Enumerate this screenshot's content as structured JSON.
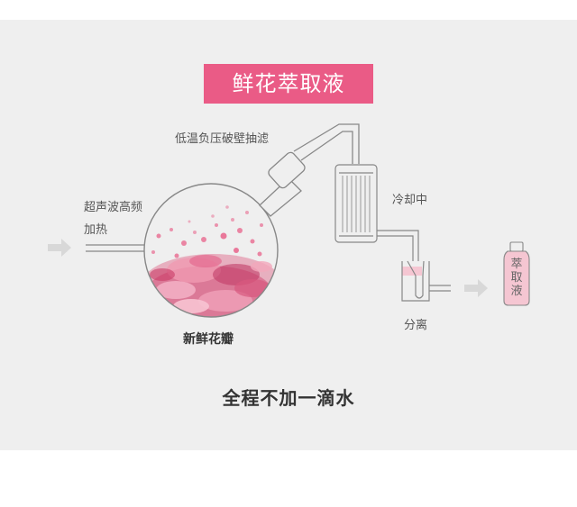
{
  "title": "鲜花萃取液",
  "labels": {
    "suction": "低温负压破壁抽滤",
    "ultrasonic_line1": "超声波高频",
    "ultrasonic_line2": "加热",
    "fresh_petals": "新鲜花瓣",
    "cooling": "冷却中",
    "separation": "分离",
    "bottle_line1": "萃",
    "bottle_line2": "取",
    "bottle_line3": "液"
  },
  "footer": "全程不加一滴水",
  "colors": {
    "accent": "#ea5b86",
    "panel": "#efefef",
    "line": "#888888",
    "arrow": "#d8d8d8",
    "liquid": "#f5c6d2"
  },
  "icons": [
    "arrow-right-icon",
    "round-flask-icon",
    "condenser-icon",
    "separator-tube-icon",
    "bottle-icon"
  ]
}
